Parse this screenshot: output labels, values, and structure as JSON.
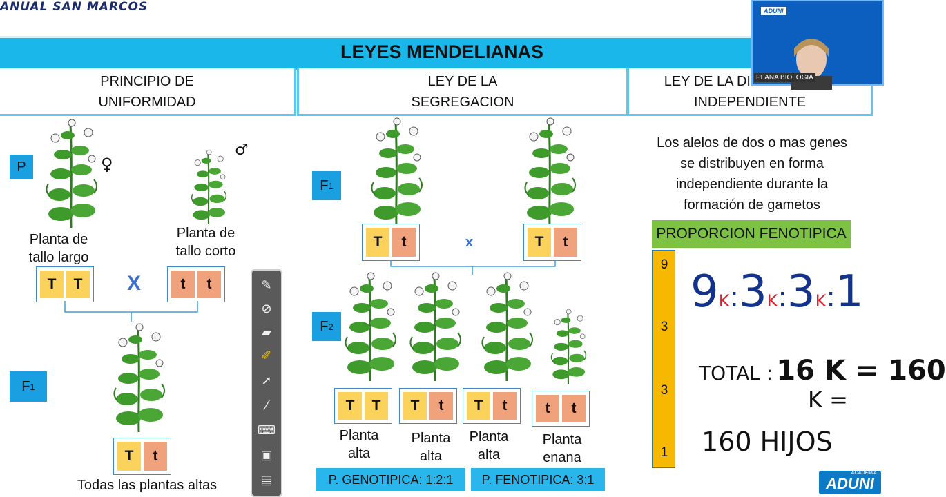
{
  "header": {
    "course_title": "ANUAL SAN MARCOS",
    "banner_title": "LEYES MENDELIANAS"
  },
  "columns": [
    {
      "line1": "PRINCIPIO DE",
      "line2": "UNIFORMIDAD"
    },
    {
      "line1": "LEY DE LA",
      "line2": "SEGREGACION"
    },
    {
      "line1": "LEY DE LA DISTRIBUCION",
      "line2": "INDEPENDIENTE"
    }
  ],
  "uniformidad": {
    "p_label": "P",
    "female_symbol": "♀",
    "male_symbol": "♂",
    "parent1_caption": [
      "Planta de",
      "tallo largo"
    ],
    "parent2_caption": [
      "Planta de",
      "tallo corto"
    ],
    "parent1_alleles": [
      "T",
      "T"
    ],
    "parent2_alleles": [
      "t",
      "t"
    ],
    "cross_symbol": "X",
    "f1_label": "F",
    "f1_sub": "1",
    "offspring_alleles": [
      "T",
      "t"
    ],
    "offspring_caption": "Todas las plantas altas"
  },
  "segregacion": {
    "f1_label": "F",
    "f1_sub": "1",
    "f2_label": "F",
    "f2_sub": "2",
    "parent_left_alleles": [
      "T",
      "t"
    ],
    "parent_right_alleles": [
      "T",
      "t"
    ],
    "cross_symbol": "x",
    "offspring": [
      {
        "alleles": [
          "T",
          "T"
        ],
        "caption": [
          "Planta",
          "alta"
        ]
      },
      {
        "alleles": [
          "T",
          "t"
        ],
        "caption": [
          "Planta",
          "alta"
        ]
      },
      {
        "alleles": [
          "T",
          "t"
        ],
        "caption": [
          "Planta",
          "alta"
        ]
      },
      {
        "alleles": [
          "t",
          "t"
        ],
        "caption": [
          "Planta",
          "enana"
        ]
      }
    ],
    "genotipica": "P. GENOTIPICA:  1:2:1",
    "fenotipica": "P. FENOTIPICA:  3:1"
  },
  "distribucion": {
    "description": [
      "Los alelos de dos o mas genes",
      "se distribuyen en forma",
      "independiente durante la",
      "formación de gametos"
    ],
    "proporcion_label": "PROPORCION FENOTIPICA",
    "bar_numbers": [
      "9",
      "3",
      "3",
      "1"
    ],
    "handwriting": {
      "ratio": [
        "9",
        "3",
        "3",
        "1"
      ],
      "k": "K",
      "total_label": "TOTAL :",
      "total_expr": "16 K = 160",
      "k_eq": "K =",
      "hijos": "160 HIJOS"
    }
  },
  "webcam": {
    "badge": "ADUNI",
    "name": "PLANA BIOLOGIA"
  },
  "logo": {
    "text": "ADUNI",
    "small": "ACADEMIA"
  },
  "toolbar": {
    "tools": [
      "pen-icon",
      "no-pen-icon",
      "eraser-icon",
      "highlighter-icon",
      "pointer-icon",
      "eyedropper-icon",
      "keyboard-icon",
      "screen-icon",
      "screen-capture-icon"
    ]
  },
  "colors": {
    "banner": "#1ab7ea",
    "allele_dominant": "#fbd35c",
    "allele_recessive": "#efa27c",
    "label_box": "#1a9fe0",
    "proporcion": "#7dc242",
    "handwriting_blue": "#13328c",
    "handwriting_red": "#e0202a"
  }
}
